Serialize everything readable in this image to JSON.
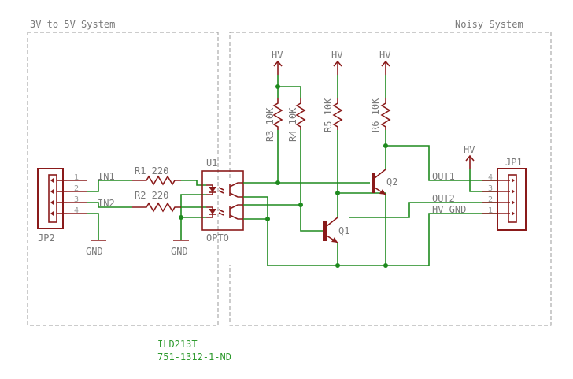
{
  "regions": {
    "left_title": "3V to 5V System",
    "right_title": "Noisy System"
  },
  "connectors": {
    "jp2": {
      "name": "JP2",
      "pins": [
        "1",
        "2",
        "3",
        "4"
      ]
    },
    "jp1": {
      "name": "JP1",
      "pins": [
        "4",
        "3",
        "2",
        "1"
      ]
    }
  },
  "nets": {
    "in1": "IN1",
    "in2": "IN2",
    "out1": "OUT1",
    "out2": "OUT2",
    "hv_gnd": "HV-GND",
    "gnd": "GND",
    "hv": "HV"
  },
  "components": {
    "r1": "R1 220",
    "r2": "R2 220",
    "r3": "R3 10K",
    "r4": "R4 10K",
    "r5": "R5 10K",
    "r6": "R6 10K",
    "u1": "U1",
    "opto": "OPTO",
    "q1": "Q1",
    "q2": "Q2"
  },
  "part_info": {
    "line1": "ILD213T",
    "line2": "751-1312-1-ND"
  },
  "colors": {
    "wire": "#1e8a1e",
    "component": "#8a1a1a",
    "text": "#7a7a7a",
    "note": "#2e9a2e"
  }
}
